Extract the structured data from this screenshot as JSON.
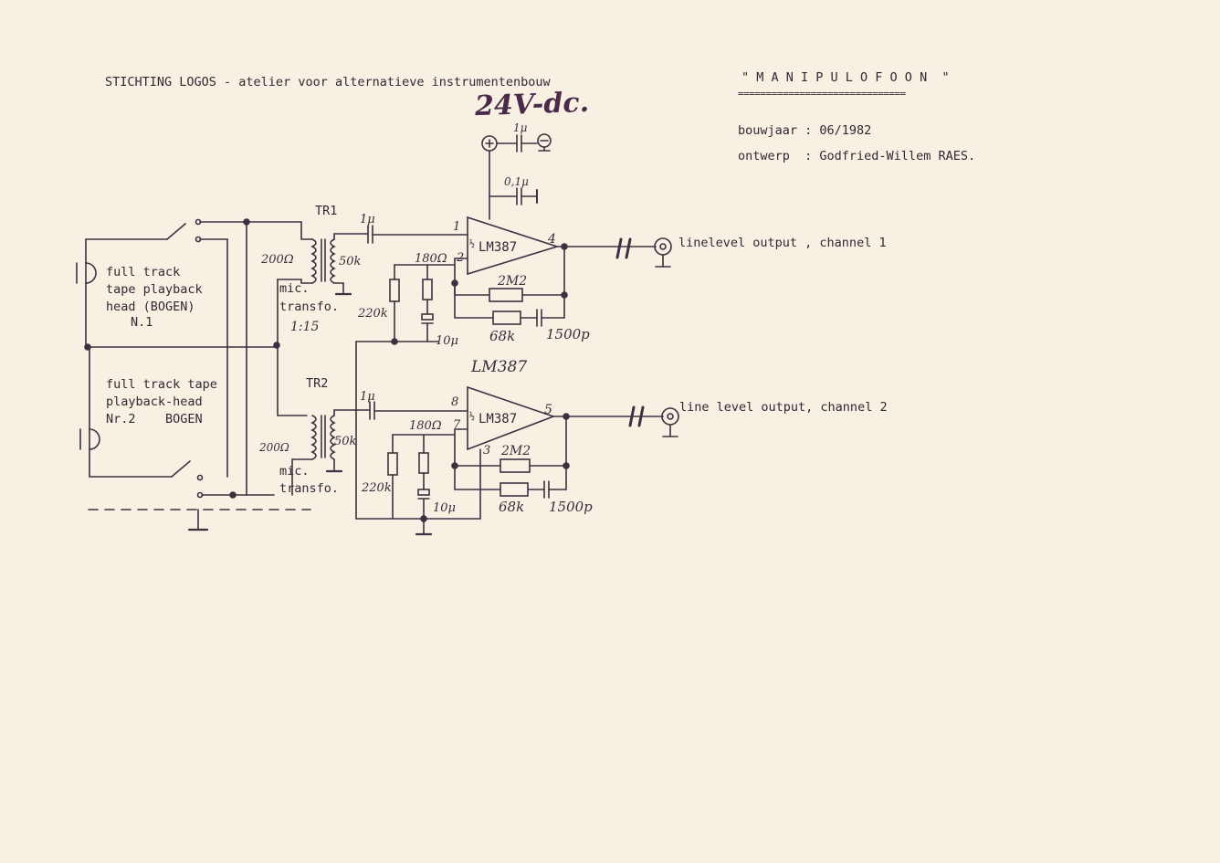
{
  "header": {
    "org": "STICHTING LOGOS - atelier voor alternatieve instrumentenbouw",
    "supply": "24V-dc.",
    "title": "\" M A N I P U L O F O O N  \"",
    "underline": "==============================",
    "year_label": "bouwjaar : 06/1982",
    "design_label": "ontwerp  : Godfried-Willem RAES."
  },
  "inputs": {
    "head1": [
      "full track",
      "tape playback",
      "head (BOGEN)",
      "N.1"
    ],
    "head2": [
      "full track tape",
      "playback-head",
      "Nr.2    BOGEN"
    ]
  },
  "channel1": {
    "transformer": "TR1",
    "primary": "200Ω",
    "secondary": "50k",
    "transfo_label": [
      "mic.",
      "transfo."
    ],
    "ratio": "1:15",
    "cap_in": "1μ",
    "opamp": "LM387",
    "opamp_half": "½",
    "pin_in": "1",
    "pin_fb": "2",
    "pin_out": "4",
    "r_gain": "180Ω",
    "r_bias": "220k",
    "c_bypass": "10μ",
    "r_feedback": "2M2",
    "r_rc": "68k",
    "c_rc": "1500p",
    "output": "linelevel output , channel 1"
  },
  "channel2": {
    "transformer": "TR2",
    "primary": "200Ω",
    "secondary": "50k",
    "transfo_label": [
      "mic.",
      "transfo."
    ],
    "cap_in": "1μ",
    "opamp": "LM387",
    "opamp_half": "½",
    "pin_in": "8",
    "pin_fb": "7",
    "pin_out": "5",
    "pin_gnd": "3",
    "r_gain": "180Ω",
    "r_bias": "220k",
    "c_bypass": "10μ",
    "r_feedback": "2M2",
    "r_rc": "68k",
    "c_rc": "1500p",
    "output": "line level output, channel 2"
  },
  "supply": {
    "c1": "1μ",
    "c2": "0,1μ",
    "plus": "+",
    "minus": "−"
  },
  "ic_label": "LM387"
}
